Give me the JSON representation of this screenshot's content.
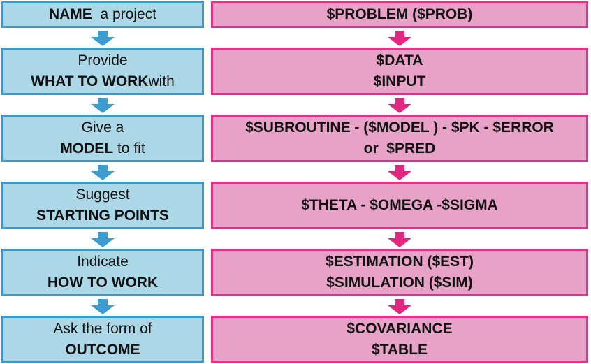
{
  "steps": [
    {
      "left": {
        "lines": [
          {
            "bold": "NAME",
            "normal": "  a project"
          }
        ]
      },
      "right": {
        "lines": [
          "$PROBLEM ($PROB)"
        ]
      }
    },
    {
      "left": {
        "lines": [
          {
            "bold": "",
            "normal": "Provide"
          },
          {
            "bold": "WHAT TO WORK",
            "normal": "with"
          }
        ]
      },
      "right": {
        "lines": [
          "$DATA",
          "$INPUT"
        ]
      }
    },
    {
      "left": {
        "lines": [
          {
            "bold": "",
            "normal": "Give a"
          },
          {
            "bold": "MODEL",
            "normal": " to fit"
          }
        ]
      },
      "right": {
        "lines": [
          "$SUBROUTINE - ($MODEL ) - $PK - $ERROR",
          "or  $PRED"
        ]
      }
    },
    {
      "left": {
        "lines": [
          {
            "bold": "",
            "normal": "Suggest"
          },
          {
            "bold": "STARTING POINTS",
            "normal": ""
          }
        ]
      },
      "right": {
        "lines": [
          "$THETA - $OMEGA -$SIGMA"
        ]
      }
    },
    {
      "left": {
        "lines": [
          {
            "bold": "",
            "normal": "Indicate"
          },
          {
            "bold": "HOW TO WORK",
            "normal": ""
          }
        ]
      },
      "right": {
        "lines": [
          "$ESTIMATION ($EST)",
          "$SIMULATION ($SIM)"
        ]
      }
    },
    {
      "left": {
        "lines": [
          {
            "bold": "",
            "normal": "Ask the form of"
          },
          {
            "bold": "OUTCOME",
            "normal": ""
          }
        ]
      },
      "right": {
        "lines": [
          "$COVARIANCE",
          "$TABLE"
        ]
      }
    }
  ],
  "colors": {
    "left_fill": "#acd7e6",
    "left_border": "#3d98c9",
    "left_arrow": "#3b9cd0",
    "right_fill": "#e8a1c7",
    "right_border": "#e0338a",
    "right_arrow": "#e0267f"
  }
}
